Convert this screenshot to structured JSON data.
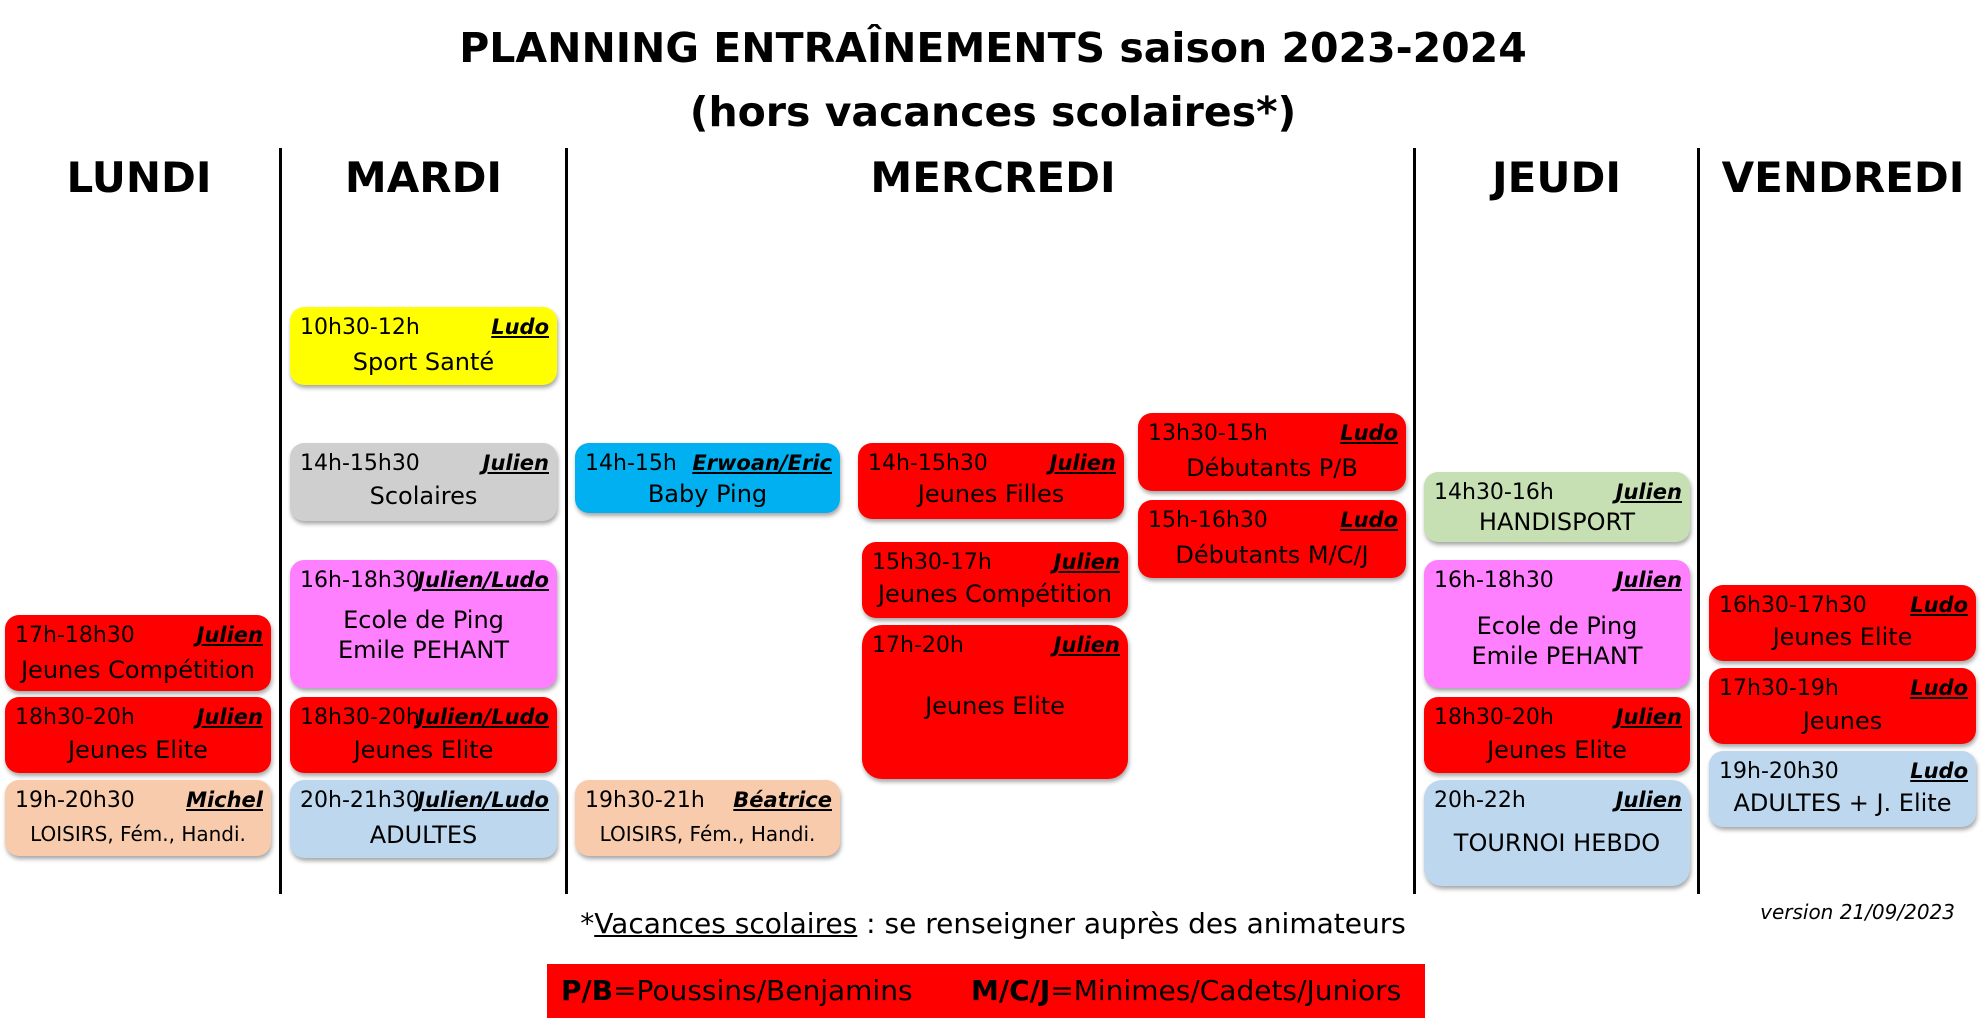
{
  "title": {
    "line1": "PLANNING ENTRAÎNEMENTS saison 2023-2024",
    "line2": "(hors vacances scolaires*)"
  },
  "days": [
    "LUNDI",
    "MARDI",
    "MERCREDI",
    "JEUDI",
    "VENDREDI"
  ],
  "slots": {
    "lundi": [
      {
        "time": "17h-18h30",
        "coach": "Julien",
        "label": "Jeunes Compétition",
        "color": "#ff0000"
      },
      {
        "time": "18h30-20h",
        "coach": "Julien",
        "label": "Jeunes Elite",
        "color": "#ff0000"
      },
      {
        "time": "19h-20h30",
        "coach": "Michel",
        "label": "LOISIRS, Fém., Handi.",
        "color": "#f8cbad"
      }
    ],
    "mardi": [
      {
        "time": "10h30-12h",
        "coach": "Ludo",
        "label": "Sport Santé",
        "color": "#ffff00"
      },
      {
        "time": "14h-15h30",
        "coach": "Julien",
        "label": "Scolaires",
        "color": "#cfcfcf"
      },
      {
        "time": "16h-18h30",
        "coach": "Julien/Ludo",
        "label_line1": "Ecole de Ping",
        "label_line2": "Emile PEHANT",
        "color": "#ff80ff"
      },
      {
        "time": "18h30-20h",
        "coach": "Julien/Ludo",
        "label": "Jeunes Elite",
        "color": "#ff0000"
      },
      {
        "time": "20h-21h30",
        "coach": "Julien/Ludo",
        "label": "ADULTES",
        "color": "#bdd7ee"
      }
    ],
    "mercredi": [
      {
        "time": "14h-15h",
        "coach": "Erwoan/Eric",
        "label": "Baby Ping",
        "color": "#00b0f0"
      },
      {
        "time": "19h30-21h",
        "coach": "Béatrice",
        "label": "LOISIRS, Fém., Handi.",
        "color": "#f8cbad"
      },
      {
        "time": "14h-15h30",
        "coach": "Julien",
        "label": "Jeunes Filles",
        "color": "#ff0000"
      },
      {
        "time": "15h30-17h",
        "coach": "Julien",
        "label": "Jeunes Compétition",
        "color": "#ff0000"
      },
      {
        "time": "17h-20h",
        "coach": "Julien",
        "label": "Jeunes Elite",
        "color": "#ff0000"
      },
      {
        "time": "13h30-15h",
        "coach": "Ludo",
        "label": "Débutants P/B",
        "color": "#ff0000"
      },
      {
        "time": "15h-16h30",
        "coach": "Ludo",
        "label": "Débutants M/C/J",
        "color": "#ff0000"
      }
    ],
    "jeudi": [
      {
        "time": "14h30-16h",
        "coach": "Julien",
        "label": "HANDISPORT",
        "color": "#c6e0b4"
      },
      {
        "time": "16h-18h30",
        "coach": "Julien",
        "label_line1": "Ecole de Ping",
        "label_line2": "Emile PEHANT",
        "color": "#ff80ff"
      },
      {
        "time": "18h30-20h",
        "coach": "Julien",
        "label": "Jeunes Elite",
        "color": "#ff0000"
      },
      {
        "time": "20h-22h",
        "coach": "Julien",
        "label": "TOURNOI HEBDO",
        "color": "#bdd7ee"
      }
    ],
    "vendredi": [
      {
        "time": "16h30-17h30",
        "coach": "Ludo",
        "label": "Jeunes Elite",
        "color": "#ff0000"
      },
      {
        "time": "17h30-19h",
        "coach": "Ludo",
        "label": "Jeunes",
        "color": "#ff0000"
      },
      {
        "time": "19h-20h30",
        "coach": "Ludo",
        "label": "ADULTES + J. Elite",
        "color": "#bdd7ee"
      }
    ]
  },
  "note": {
    "prefix": "*",
    "underlined": "Vacances scolaires",
    "rest": " : se renseigner auprès des animateurs"
  },
  "version": "version 21/09/2023",
  "legend": {
    "pb_abbr": "P/B",
    "pb_text": "=Poussins/Benjamins",
    "mcj_abbr": "M/C/J",
    "mcj_text": "=Minimes/Cadets/Juniors"
  }
}
